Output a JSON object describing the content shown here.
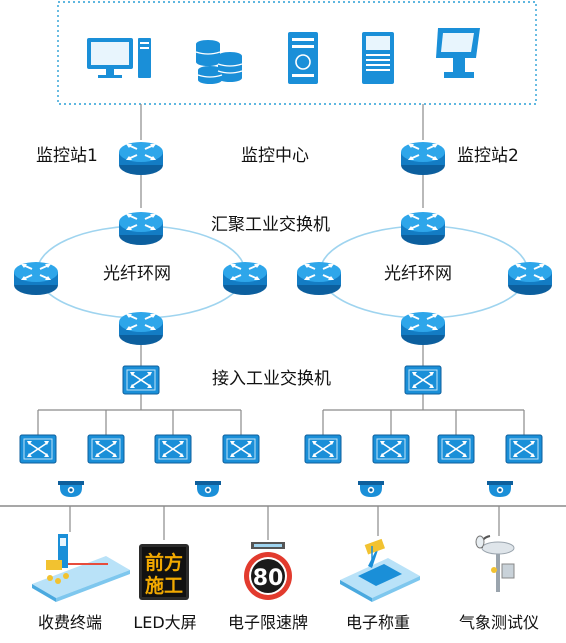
{
  "labels": {
    "station1": "监控站1",
    "center": "监控中心",
    "station2": "监控站2",
    "aggregation_switch": "汇聚工业交换机",
    "ring_left": "光纤环网",
    "ring_right": "光纤环网",
    "access_switch": "接入工业交换机"
  },
  "devices": [
    {
      "label": "收费终端"
    },
    {
      "label": "LED大屏"
    },
    {
      "label": "电子限速牌"
    },
    {
      "label": "电子称重"
    },
    {
      "label": "气象测试仪"
    }
  ],
  "led_sign": {
    "line1": "前方",
    "line2": "施工"
  },
  "speed_sign": {
    "value": "80"
  },
  "colors": {
    "primary": "#1a8fd8",
    "dark": "#0e5f9c",
    "ring": "#9fd4ef",
    "line": "#8a8a8a",
    "led_text": "#f2a900"
  }
}
